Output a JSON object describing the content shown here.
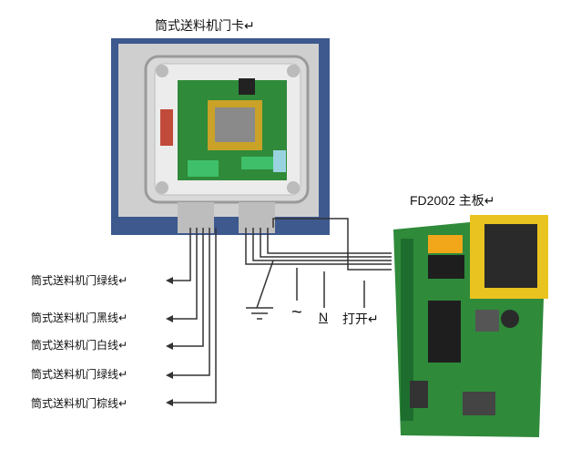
{
  "labels": {
    "card_title": "筒式送料机门卡↵",
    "board_title": "FD2002 主板↵"
  },
  "wires": [
    {
      "label": "筒式送料机门绿线↵"
    },
    {
      "label": "筒式送料机门黑线↵"
    },
    {
      "label": "筒式送料机门白线↵"
    },
    {
      "label": "筒式送料机门绿线↵"
    },
    {
      "label": "筒式送料机门棕线↵"
    }
  ],
  "terminals": {
    "ac_symbol": "~",
    "neutral": "N",
    "open": "打开↵"
  },
  "colors": {
    "pcb_green": "#2f8a3a",
    "enclosure_gray": "#d9d9d9",
    "transformer_yellow": "#e9c31f",
    "backdrop_blue": "#1b3c7a"
  }
}
